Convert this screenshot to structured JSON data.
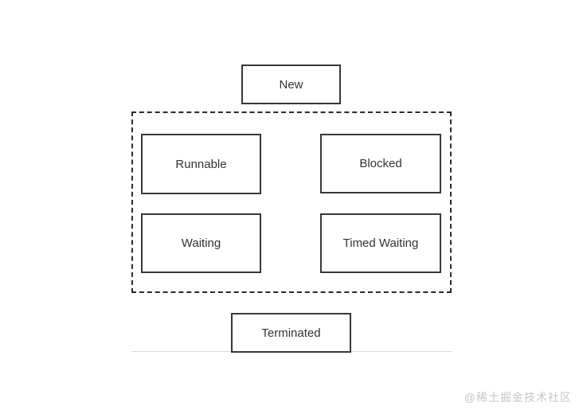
{
  "diagram": {
    "type": "state-diagram",
    "nodes": [
      {
        "id": "new",
        "label": "New"
      },
      {
        "id": "runnable",
        "label": "Runnable"
      },
      {
        "id": "blocked",
        "label": "Blocked"
      },
      {
        "id": "waiting",
        "label": "Waiting"
      },
      {
        "id": "timed_waiting",
        "label": "Timed Waiting"
      },
      {
        "id": "terminated",
        "label": "Terminated"
      }
    ],
    "group": {
      "style": "dashed",
      "contains": [
        "runnable",
        "blocked",
        "waiting",
        "timed_waiting"
      ]
    },
    "colors": {
      "box_border": "#383838",
      "group_border": "#2b2b2b",
      "divider": "#d9d9d9",
      "text": "#333333",
      "watermark": "#c6c6c6",
      "background": "#ffffff"
    }
  },
  "watermark": {
    "text": "@稀土掘金技术社区"
  }
}
